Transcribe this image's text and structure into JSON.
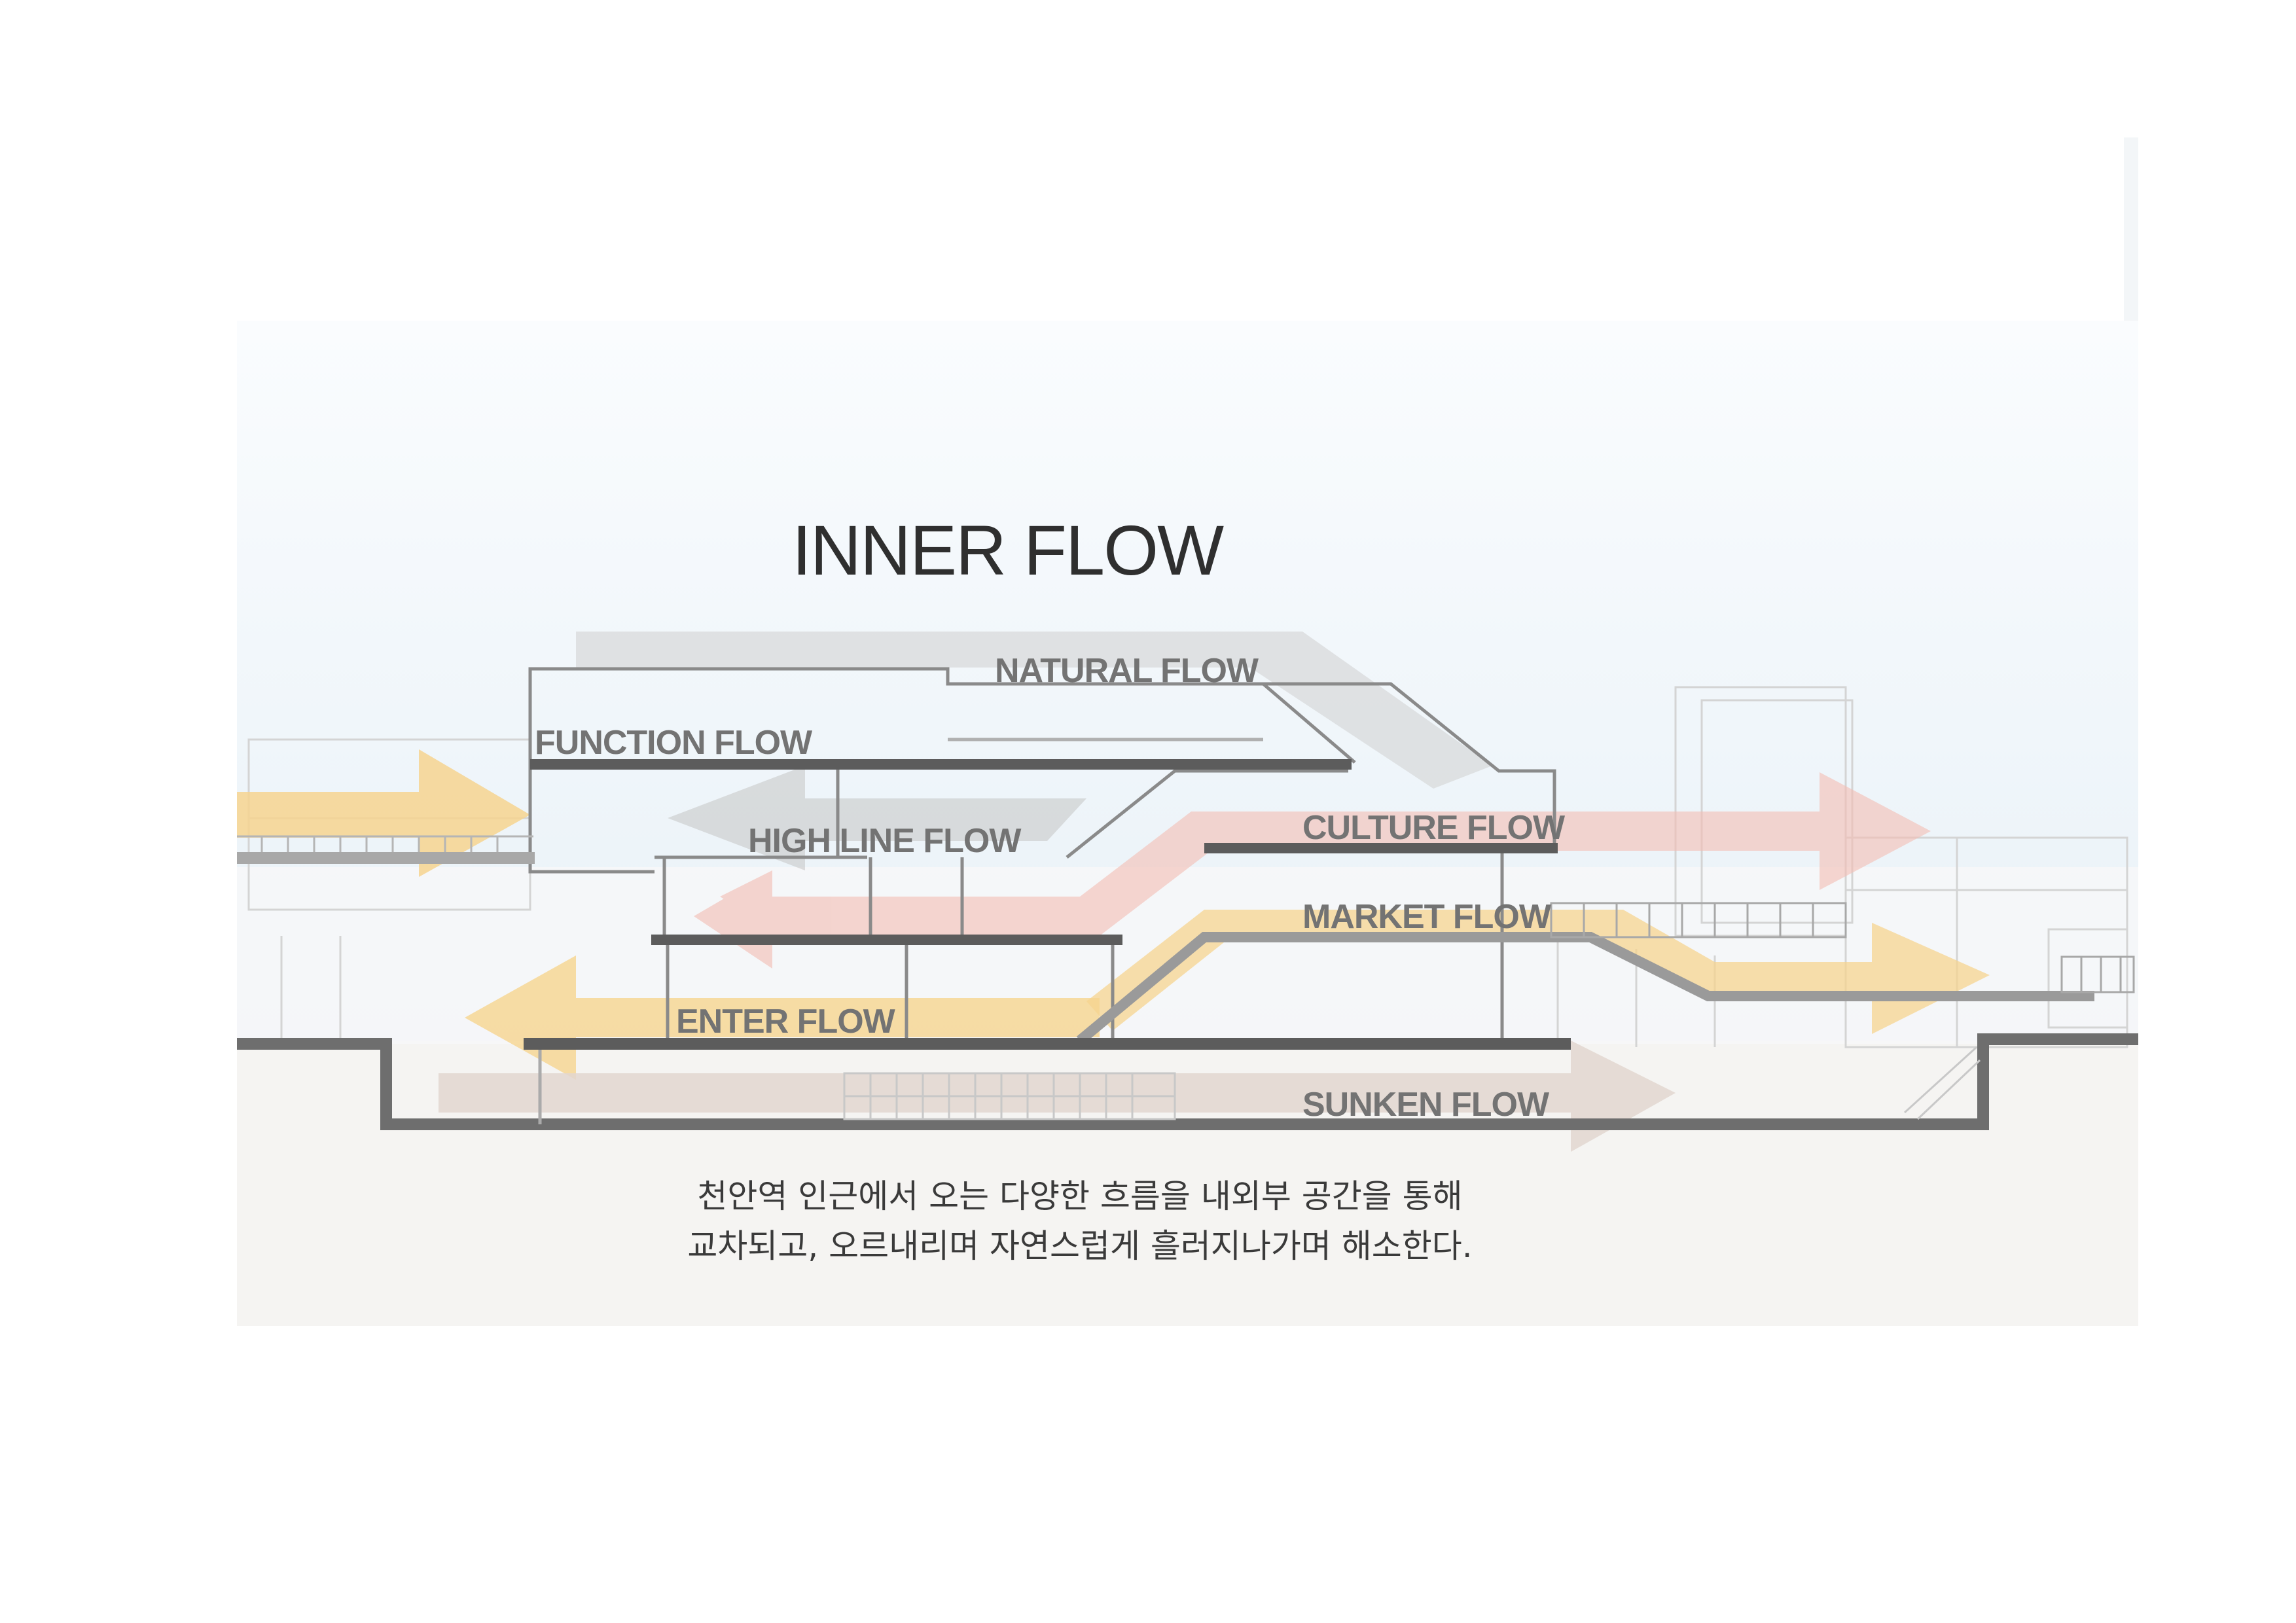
{
  "title": "INNER FLOW",
  "flows": [
    {
      "id": "natural",
      "label": "NATURAL FLOW"
    },
    {
      "id": "function",
      "label": "FUNCTION FLOW"
    },
    {
      "id": "highline",
      "label": "HIGH LINE FLOW"
    },
    {
      "id": "culture",
      "label": "CULTURE FLOW"
    },
    {
      "id": "market",
      "label": "MARKET FLOW"
    },
    {
      "id": "enter",
      "label": "ENTER FLOW"
    },
    {
      "id": "sunken",
      "label": "SUNKEN FLOW"
    }
  ],
  "caption": {
    "line1": "천안역 인근에서 오는 다양한 흐름을 내외부 공간을 통해",
    "line2": "교차되고, 오르내리며 자연스럽게 흘러지나가며 해소한다."
  },
  "colors": {
    "sky": "#eef5f9",
    "ground": "#f5f4f2",
    "slab": "#5c5c5c",
    "outline": "#8a8a8a",
    "yellow_arrow": "#f6d48f",
    "pink_arrow": "#f3bcb2",
    "grey_arrow": "#d9d9d9",
    "sunken_arrow": "#e2d6d0"
  }
}
